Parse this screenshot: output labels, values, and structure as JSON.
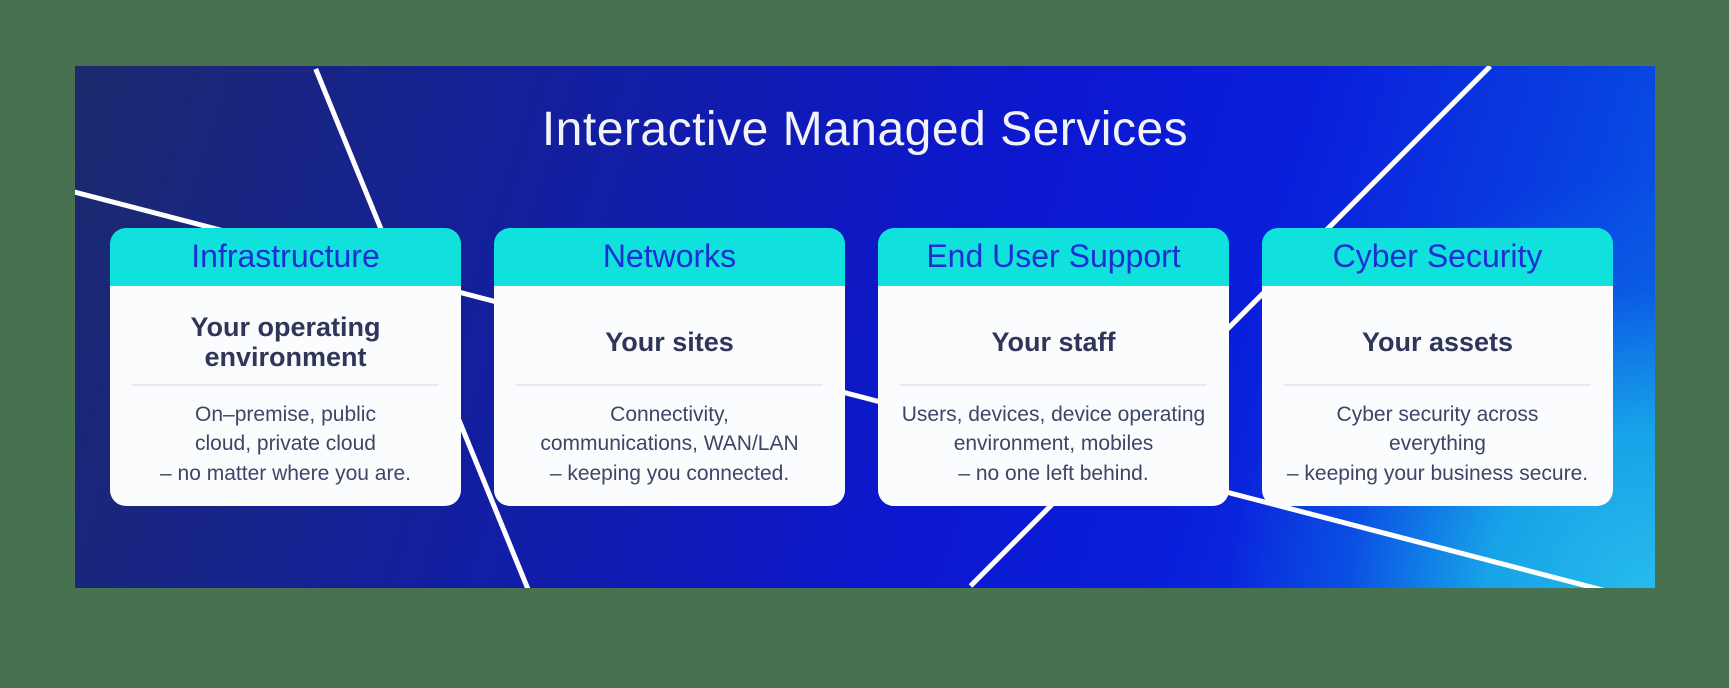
{
  "title": "Interactive Managed Services",
  "cards": [
    {
      "header": "Infrastructure",
      "subtitle_lines": [
        "Your operating",
        "environment"
      ],
      "desc_lines": [
        "On–premise, public",
        "cloud, private cloud",
        "– no matter where you are."
      ]
    },
    {
      "header": "Networks",
      "subtitle_lines": [
        "Your sites"
      ],
      "desc_lines": [
        "Connectivity,",
        "communications, WAN/LAN",
        "– keeping you connected."
      ]
    },
    {
      "header": "End User Support",
      "subtitle_lines": [
        "Your staff"
      ],
      "desc_lines": [
        "Users, devices, device operating",
        "environment, mobiles",
        "– no one left behind."
      ]
    },
    {
      "header": "Cyber Security",
      "subtitle_lines": [
        "Your assets"
      ],
      "desc_lines": [
        "Cyber security across",
        "everything",
        "– keeping your business secure."
      ]
    }
  ],
  "colors": {
    "outer_background": "#47714F",
    "banner_gradient_start": "#1C2A6D",
    "banner_gradient_mid": "#0C17CE",
    "banner_gradient_end": "#27BCEC",
    "decor_line": "#FFFFFF",
    "title_text": "#F2F3F7",
    "card_header_bg": "#10E1DC",
    "card_header_text": "#1D2FD3",
    "card_bg": "#FBFCFE",
    "card_subtitle_text": "#2F3659",
    "card_desc_text": "#3E4566",
    "card_divider": "#E9EAF0"
  }
}
